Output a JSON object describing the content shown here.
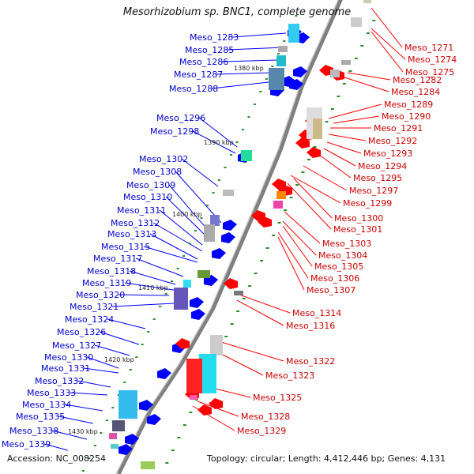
{
  "title": "Mesorhizobium sp. BNC1, complete genome",
  "accession": "Accession: NC_008254",
  "topology": "Topology: circular; Length: 4,412,446 bp; Genes: 4,131",
  "colors": {
    "forward": "#0000ff",
    "reverse": "#ff0000",
    "backbone": "#7f7f7f",
    "tick": "#2e8b2e"
  },
  "ticks": [
    "1380 kbp",
    "1390 kbp",
    "1400 kbp",
    "1410 kbp",
    "1420 kbp",
    "1430 kbp"
  ],
  "genes_reverse": [
    "Meso_1271",
    "Meso_1274",
    "Meso_1275",
    "Meso_1282",
    "Meso_1284",
    "Meso_1289",
    "Meso_1290",
    "Meso_1291",
    "Meso_1292",
    "Meso_1293",
    "Meso_1294",
    "Meso_1295",
    "Meso_1297",
    "Meso_1299",
    "Meso_1300",
    "Meso_1301",
    "Meso_1303",
    "Meso_1304",
    "Meso_1305",
    "Meso_1306",
    "Meso_1307",
    "Meso_1314",
    "Meso_1316",
    "Meso_1322",
    "Meso_1323",
    "Meso_1325",
    "Meso_1328",
    "Meso_1329"
  ],
  "genes_forward": [
    "Meso_1283",
    "Meso_1285",
    "Meso_1286",
    "Meso_1287",
    "Meso_1288",
    "Meso_1296",
    "Meso_1298",
    "Meso_1302",
    "Meso_1308",
    "Meso_1309",
    "Meso_1310",
    "Meso_1311",
    "Meso_1312",
    "Meso_1313",
    "Meso_1315",
    "Meso_1317",
    "Meso_1318",
    "Meso_1319",
    "Meso_1320",
    "Meso_1321",
    "Meso_1324",
    "Meso_1326",
    "Meso_1327",
    "Meso_1330",
    "Meso_1331",
    "Meso_1332",
    "Meso_1333",
    "Meso_1334",
    "Meso_1335",
    "Meso_1338",
    "Meso_1339"
  ]
}
